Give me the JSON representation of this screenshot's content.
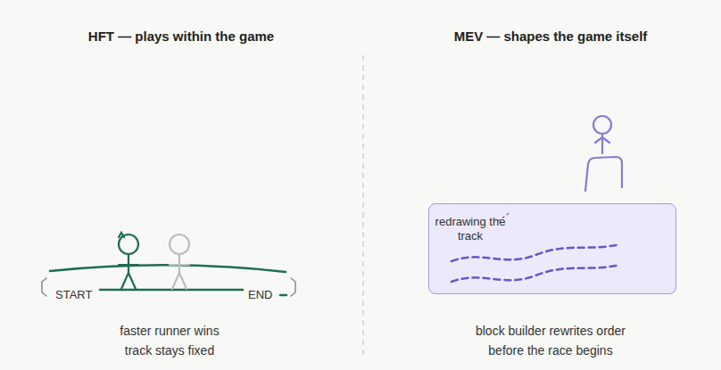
{
  "diagram": {
    "nodes": [
      {
        "text": [
          "redrawing the track"
        ]
      }
    ],
    "labels": [
      "HFT — plays within the game",
      "MEV — shapes the game itself",
      "START",
      "END",
      "faster runner wins",
      "track stays fixed",
      "block builder rewrites order before the race begins"
    ]
  }
}
